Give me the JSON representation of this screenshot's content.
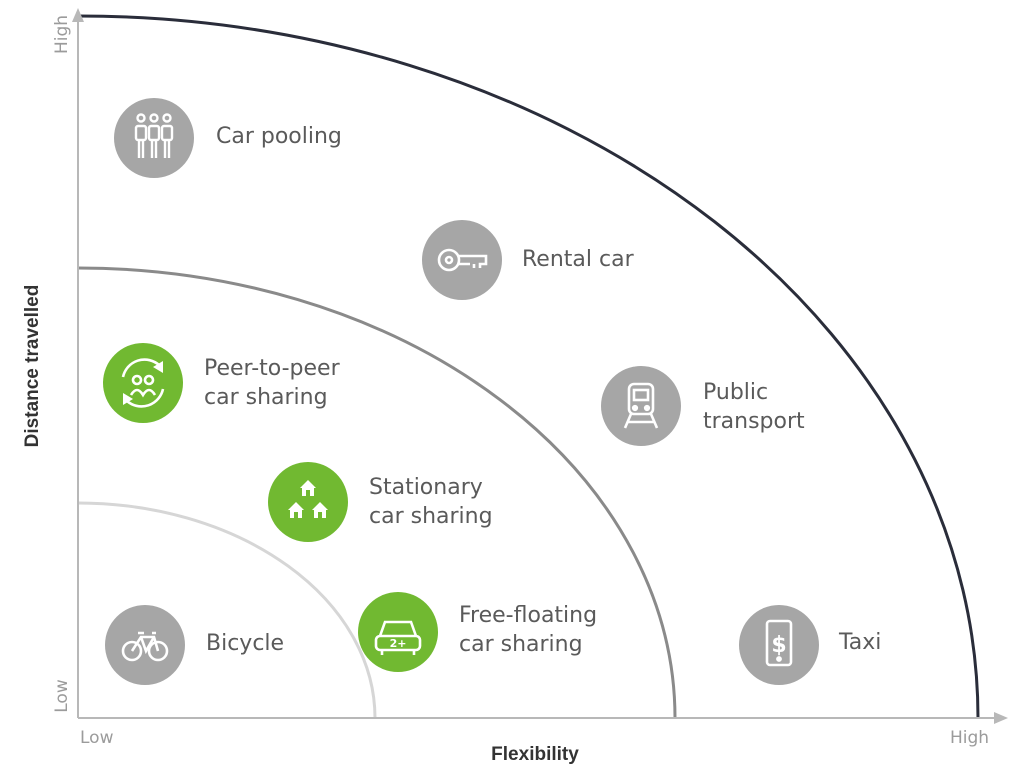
{
  "axes": {
    "x_title": "Flexibility",
    "y_title": "Distance travelled",
    "x_low": "Low",
    "x_high": "High",
    "y_low": "Low",
    "y_high": "High"
  },
  "colors": {
    "gray_icon": "#a6a6a6",
    "green_icon": "#71b931",
    "outer_arc": "#2a2d3a",
    "middle_arc": "#8a8a8a",
    "inner_arc": "#d6d6d6",
    "axis": "#b8b8b8"
  },
  "items": [
    {
      "label": "Car pooling",
      "icon": "people-icon",
      "color": "gray"
    },
    {
      "label": "Rental car",
      "icon": "key-icon",
      "color": "gray"
    },
    {
      "label": "Peer-to-peer\ncar sharing",
      "icon": "exchange-people-icon",
      "color": "green"
    },
    {
      "label": "Public\ntransport",
      "icon": "train-icon",
      "color": "gray"
    },
    {
      "label": "Stationary\ncar sharing",
      "icon": "houses-icon",
      "color": "green"
    },
    {
      "label": "Bicycle",
      "icon": "bicycle-icon",
      "color": "gray"
    },
    {
      "label": "Free-floating\ncar sharing",
      "icon": "car-2plus-icon",
      "color": "green"
    },
    {
      "label": "Taxi",
      "icon": "phone-dollar-icon",
      "color": "gray"
    }
  ]
}
